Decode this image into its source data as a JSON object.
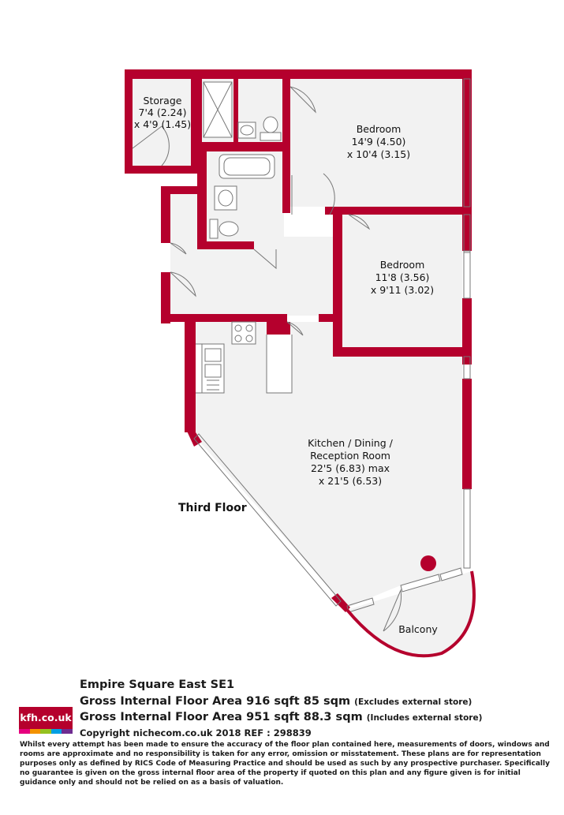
{
  "colors": {
    "wall": "#b5002d",
    "floor": "#f2f2f2",
    "logo_bars": [
      "#e6007e",
      "#f39200",
      "#95c11f",
      "#009fe3",
      "#6f2c91"
    ]
  },
  "rooms": {
    "storage": {
      "name": "Storage",
      "dim1": "7'4 (2.24)",
      "dim2": "x 4'9 (1.45)"
    },
    "bedroom1": {
      "name": "Bedroom",
      "dim1": "14'9 (4.50)",
      "dim2": "x 10'4 (3.15)"
    },
    "bedroom2": {
      "name": "Bedroom",
      "dim1": "11'8 (3.56)",
      "dim2": "x 9'11 (3.02)"
    },
    "kitchen": {
      "name1": "Kitchen / Dining /",
      "name2": "Reception Room",
      "dim1": "22'5 (6.83) max",
      "dim2": "x 21'5 (6.53)"
    },
    "balcony": {
      "name": "Balcony"
    }
  },
  "floor_label": "Third Floor",
  "footer": {
    "address": "Empire Square East  SE1",
    "area1_main": "Gross Internal Floor Area 916 sqft 85 sqm",
    "area1_note": "(Excludes external store)",
    "area2_main": "Gross Internal Floor Area 951 sqft 88.3 sqm",
    "area2_note": "(Includes external store)",
    "copyright": "Copyright nichecom.co.uk 2018 REF : 298839",
    "logo_text": "kfh.co.uk",
    "disclaimer": "Whilst every attempt has been made to ensure the accuracy of the floor plan contained here, measurements of doors, windows and rooms are approximate and no responsibility is taken for any error, omission or misstatement.  These plans are for representation purposes only as defined by RICS Code of Measuring Practice and should be used as such by any prospective purchaser.  Specifically no guarantee is given on the gross internal floor area of the property if quoted on this plan and any figure given is for initial guidance only and should not be relied on as a basis of valuation."
  }
}
